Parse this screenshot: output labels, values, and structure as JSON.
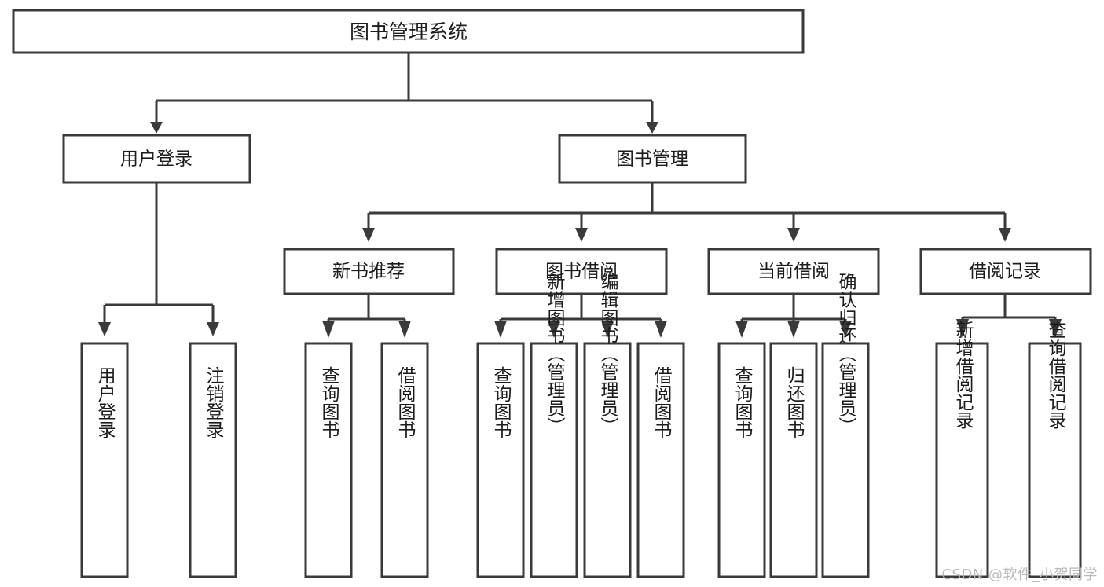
{
  "diagram": {
    "type": "tree",
    "title": "图书管理系统",
    "watermark": "CSDN @软件_小贺同学",
    "colors": {
      "stroke": "#3a3a3a",
      "fill": "#ffffff",
      "text": "#1c1c1c",
      "watermark": "#b9b9b9"
    },
    "nodes": {
      "root": {
        "label": "图书管理系统"
      },
      "level1": [
        {
          "label": "用户登录"
        },
        {
          "label": "图书管理"
        }
      ],
      "level2": [
        {
          "label": "新书推荐"
        },
        {
          "label": "图书借阅"
        },
        {
          "label": "当前借阅"
        },
        {
          "label": "借阅记录"
        }
      ],
      "leaves_user_login": [
        {
          "label": "用户登录"
        },
        {
          "label": "注销登录"
        }
      ],
      "leaves_new_books": [
        {
          "label": "查询图书"
        },
        {
          "label": "借阅图书"
        }
      ],
      "leaves_borrow": [
        {
          "label": "查询图书"
        },
        {
          "label": "新增图书（管理员）"
        },
        {
          "label": "编辑图书（管理员）"
        },
        {
          "label": "借阅图书"
        }
      ],
      "leaves_current": [
        {
          "label": "查询图书"
        },
        {
          "label": "归还图书"
        },
        {
          "label": "确认归还（管理员）"
        }
      ],
      "leaves_records": [
        {
          "label": "新增借阅记录"
        },
        {
          "label": "查询借阅记录"
        }
      ]
    }
  }
}
